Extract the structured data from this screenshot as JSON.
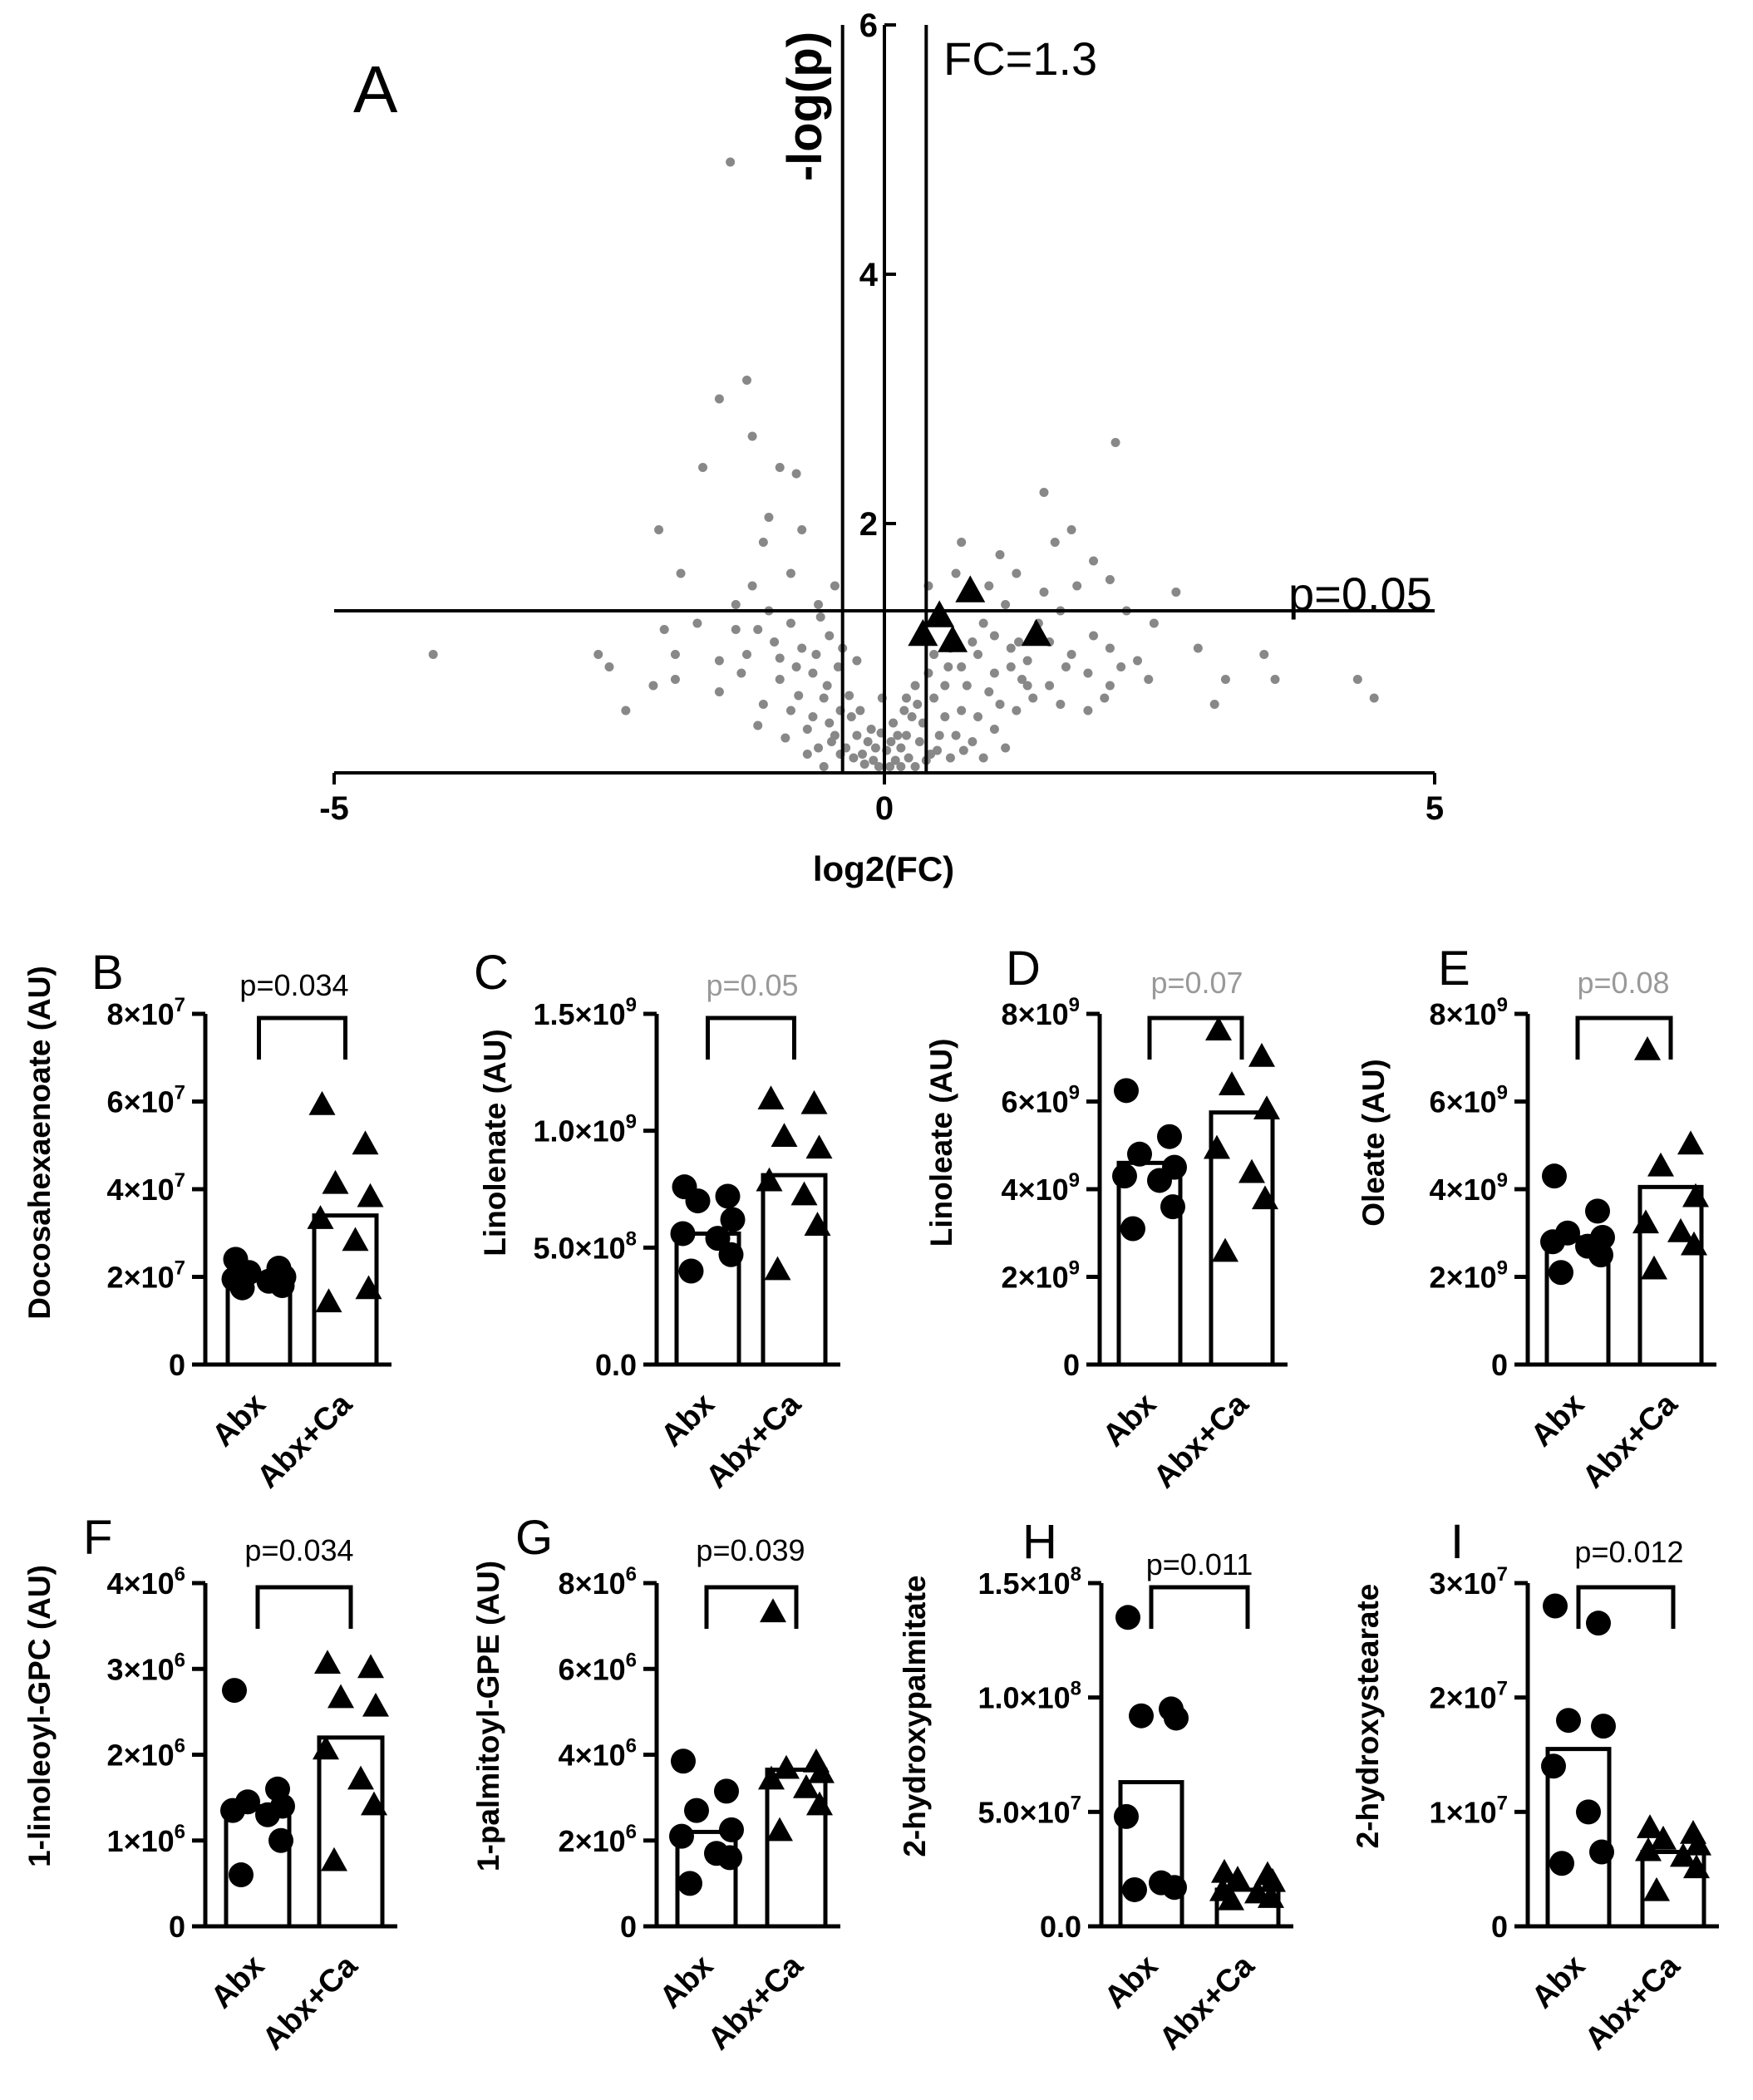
{
  "chart_data": [
    {
      "panel": "A",
      "type": "scatter",
      "xlabel": "log2(FC)",
      "ylabel": "-log(p)",
      "xlim": [
        -5,
        5
      ],
      "ylim": [
        0,
        6
      ],
      "xticks": [
        "-5",
        "0",
        "5"
      ],
      "yticks": [
        "2",
        "4",
        "6"
      ],
      "fc_label": "FC=1.3",
      "fc_threshold_log2": 0.38,
      "p_label": "p=0.05",
      "p_threshold_neglog": 1.3,
      "colors": {
        "background_points": "#888888",
        "highlight_points": "#000000"
      },
      "highlighted": [
        [
          0.35,
          1.1
        ],
        [
          0.5,
          1.25
        ],
        [
          0.62,
          1.05
        ],
        [
          0.78,
          1.45
        ],
        [
          1.38,
          1.1
        ]
      ],
      "points": [
        [
          -1.4,
          4.9
        ],
        [
          -1.25,
          3.15
        ],
        [
          -1.5,
          3.0
        ],
        [
          -1.2,
          2.7
        ],
        [
          -1.65,
          2.45
        ],
        [
          -0.95,
          2.45
        ],
        [
          -0.8,
          2.4
        ],
        [
          -1.05,
          2.05
        ],
        [
          -0.75,
          1.95
        ],
        [
          -2.05,
          1.95
        ],
        [
          -1.1,
          1.85
        ],
        [
          -1.85,
          1.6
        ],
        [
          -1.2,
          1.5
        ],
        [
          -0.85,
          1.6
        ],
        [
          -0.45,
          1.5
        ],
        [
          -1.35,
          1.35
        ],
        [
          -1.05,
          1.3
        ],
        [
          -0.6,
          1.35
        ],
        [
          -1.7,
          1.2
        ],
        [
          -2.0,
          1.15
        ],
        [
          -0.85,
          1.2
        ],
        [
          -1.9,
          0.95
        ],
        [
          -0.75,
          1.0
        ],
        [
          -0.5,
          1.1
        ],
        [
          -4.1,
          0.95
        ],
        [
          -2.6,
          0.95
        ],
        [
          -2.5,
          0.85
        ],
        [
          -2.1,
          0.7
        ],
        [
          -1.9,
          0.75
        ],
        [
          -1.5,
          0.65
        ],
        [
          -1.3,
          0.8
        ],
        [
          -0.95,
          0.75
        ],
        [
          -0.65,
          0.8
        ],
        [
          -2.35,
          0.5
        ],
        [
          -1.1,
          0.55
        ],
        [
          -0.85,
          0.5
        ],
        [
          -0.55,
          0.6
        ],
        [
          -0.4,
          0.5
        ],
        [
          -0.7,
          0.35
        ],
        [
          -0.5,
          0.4
        ],
        [
          -0.3,
          0.45
        ],
        [
          -0.25,
          0.3
        ],
        [
          -0.35,
          0.2
        ],
        [
          -0.2,
          0.15
        ],
        [
          -0.1,
          0.1
        ],
        [
          -0.05,
          0.05
        ],
        [
          -0.15,
          0.25
        ],
        [
          -0.45,
          0.3
        ],
        [
          -0.6,
          0.2
        ],
        [
          -0.28,
          0.12
        ],
        [
          -0.12,
          0.35
        ],
        [
          -0.18,
          0.07
        ],
        [
          -0.08,
          0.2
        ],
        [
          -0.32,
          0.62
        ],
        [
          -0.22,
          0.5
        ],
        [
          -0.52,
          0.7
        ],
        [
          -0.42,
          0.85
        ],
        [
          -0.25,
          0.9
        ],
        [
          -0.62,
          0.95
        ],
        [
          -0.38,
          1.0
        ],
        [
          -1.0,
          1.05
        ],
        [
          -0.78,
          0.62
        ],
        [
          -1.25,
          0.95
        ],
        [
          -1.5,
          0.9
        ],
        [
          -0.95,
          0.92
        ],
        [
          -0.7,
          0.15
        ],
        [
          -0.9,
          0.28
        ],
        [
          -1.15,
          0.38
        ],
        [
          -0.55,
          0.05
        ],
        [
          -0.02,
          0.6
        ],
        [
          0.05,
          0.05
        ],
        [
          0.1,
          0.1
        ],
        [
          0.15,
          0.2
        ],
        [
          0.2,
          0.3
        ],
        [
          0.25,
          0.45
        ],
        [
          0.3,
          0.55
        ],
        [
          0.35,
          0.4
        ],
        [
          0.45,
          0.6
        ],
        [
          0.55,
          0.7
        ],
        [
          0.7,
          0.85
        ],
        [
          0.85,
          0.95
        ],
        [
          1.0,
          0.8
        ],
        [
          1.15,
          1.0
        ],
        [
          1.3,
          0.9
        ],
        [
          1.5,
          1.05
        ],
        [
          1.7,
          0.95
        ],
        [
          1.85,
          0.8
        ],
        [
          0.4,
          0.8
        ],
        [
          0.6,
          1.0
        ],
        [
          0.9,
          1.2
        ],
        [
          1.1,
          1.35
        ],
        [
          1.2,
          1.6
        ],
        [
          1.45,
          1.45
        ],
        [
          1.6,
          1.3
        ],
        [
          1.75,
          1.5
        ],
        [
          1.9,
          1.7
        ],
        [
          2.05,
          1.55
        ],
        [
          2.2,
          1.3
        ],
        [
          2.45,
          1.2
        ],
        [
          2.65,
          1.45
        ],
        [
          2.1,
          2.65
        ],
        [
          1.45,
          2.25
        ],
        [
          1.7,
          1.95
        ],
        [
          1.55,
          1.85
        ],
        [
          1.05,
          1.75
        ],
        [
          0.7,
          1.85
        ],
        [
          0.65,
          1.6
        ],
        [
          0.95,
          1.5
        ],
        [
          0.4,
          1.5
        ],
        [
          2.15,
          0.85
        ],
        [
          2.3,
          0.9
        ],
        [
          2.4,
          0.75
        ],
        [
          2.0,
          0.6
        ],
        [
          1.85,
          0.5
        ],
        [
          1.6,
          0.55
        ],
        [
          1.35,
          0.6
        ],
        [
          1.2,
          0.5
        ],
        [
          1.05,
          0.55
        ],
        [
          0.85,
          0.45
        ],
        [
          0.7,
          0.5
        ],
        [
          0.5,
          0.3
        ],
        [
          0.32,
          0.25
        ],
        [
          0.42,
          0.15
        ],
        [
          0.22,
          0.12
        ],
        [
          0.12,
          0.3
        ],
        [
          0.65,
          0.3
        ],
        [
          0.8,
          0.25
        ],
        [
          1.0,
          0.35
        ],
        [
          0.55,
          0.45
        ],
        [
          0.28,
          0.7
        ],
        [
          0.45,
          0.95
        ],
        [
          0.75,
          0.7
        ],
        [
          1.25,
          0.75
        ],
        [
          1.5,
          0.7
        ],
        [
          1.4,
          1.2
        ],
        [
          2.05,
          1.0
        ],
        [
          3.45,
          0.95
        ],
        [
          3.55,
          0.75
        ],
        [
          3.1,
          0.75
        ],
        [
          4.3,
          0.75
        ],
        [
          4.45,
          0.6
        ],
        [
          2.05,
          0.7
        ],
        [
          3.0,
          0.55
        ],
        [
          2.85,
          1.0
        ],
        [
          0.2,
          0.6
        ],
        [
          0.35,
          1.15
        ],
        [
          0.08,
          0.4
        ],
        [
          0.18,
          0.5
        ],
        [
          0.15,
          0.05
        ],
        [
          0.28,
          0.05
        ],
        [
          0.38,
          0.1
        ],
        [
          0.48,
          0.18
        ],
        [
          0.6,
          0.12
        ],
        [
          0.72,
          0.18
        ],
        [
          0.9,
          0.12
        ],
        [
          1.1,
          0.2
        ],
        [
          0.95,
          0.65
        ],
        [
          1.15,
          0.85
        ],
        [
          1.3,
          0.7
        ],
        [
          1.65,
          0.85
        ],
        [
          1.9,
          1.1
        ],
        [
          1.0,
          1.1
        ],
        [
          0.8,
          1.05
        ],
        [
          0.58,
          0.85
        ],
        [
          1.22,
          1.05
        ],
        [
          0.02,
          0.18
        ],
        [
          -0.03,
          0.32
        ],
        [
          0.06,
          0.25
        ],
        [
          -0.4,
          0.15
        ],
        [
          -0.65,
          0.45
        ],
        [
          -0.8,
          0.85
        ],
        [
          -0.48,
          0.25
        ],
        [
          -1.35,
          1.15
        ],
        [
          -1.15,
          1.15
        ],
        [
          -0.58,
          1.25
        ]
      ]
    },
    {
      "panel": "B",
      "type": "bar",
      "ylabel": "Docosahexaenoate (AU)",
      "categories": [
        "Abx",
        "Abx+Ca"
      ],
      "pvalue": "p=0.034",
      "significant": true,
      "ylim": [
        0,
        80000000
      ],
      "yticks": [
        {
          "value": 0,
          "label": "0"
        },
        {
          "value": 20000000,
          "label": "2×10⁷"
        },
        {
          "value": 40000000,
          "label": "4×10⁷"
        },
        {
          "value": 60000000,
          "label": "6×10⁷"
        },
        {
          "value": 80000000,
          "label": "8×10⁷"
        }
      ],
      "bars": [
        20000000,
        34000000
      ],
      "points": [
        [
          24000000,
          22000000,
          21000000,
          20000000,
          19500000,
          19000000,
          18000000,
          17500000
        ],
        [
          59000000,
          50000000,
          41000000,
          38000000,
          33000000,
          28000000,
          17000000,
          14000000
        ]
      ]
    },
    {
      "panel": "C",
      "type": "bar",
      "ylabel": "Linolenate (AU)",
      "categories": [
        "Abx",
        "Abx+Ca"
      ],
      "pvalue": "p=0.05",
      "significant": false,
      "ylim": [
        0,
        1500000000
      ],
      "yticks": [
        {
          "value": 0,
          "label": "0.0"
        },
        {
          "value": 500000000,
          "label": "5.0×10⁸"
        },
        {
          "value": 1000000000,
          "label": "1.0×10⁹"
        },
        {
          "value": 1500000000,
          "label": "1.5×10⁹"
        }
      ],
      "bars": [
        560000000,
        810000000
      ],
      "points": [
        [
          760000000,
          720000000,
          700000000,
          620000000,
          560000000,
          540000000,
          470000000,
          400000000
        ],
        [
          1130000000,
          1110000000,
          970000000,
          920000000,
          780000000,
          720000000,
          590000000,
          400000000
        ]
      ]
    },
    {
      "panel": "D",
      "type": "bar",
      "ylabel": "Linoleate (AU)",
      "categories": [
        "Abx",
        "Abx+Ca"
      ],
      "pvalue": "p=0.07",
      "significant": false,
      "ylim": [
        0,
        8000000000
      ],
      "yticks": [
        {
          "value": 0,
          "label": "0"
        },
        {
          "value": 2000000000,
          "label": "2×10⁹"
        },
        {
          "value": 4000000000,
          "label": "4×10⁹"
        },
        {
          "value": 6000000000,
          "label": "6×10⁹"
        },
        {
          "value": 8000000000,
          "label": "8×10⁹"
        }
      ],
      "bars": [
        4600000000,
        5750000000
      ],
      "points": [
        [
          6250000000,
          5200000000,
          4800000000,
          4500000000,
          4300000000,
          4200000000,
          3600000000,
          3100000000
        ],
        [
          7600000000,
          7000000000,
          6350000000,
          5800000000,
          4900000000,
          4350000000,
          3750000000,
          2550000000
        ]
      ]
    },
    {
      "panel": "E",
      "type": "bar",
      "ylabel": "Oleate (AU)",
      "categories": [
        "Abx",
        "Abx+Ca"
      ],
      "pvalue": "p=0.08",
      "significant": false,
      "ylim": [
        0,
        8000000000
      ],
      "yticks": [
        {
          "value": 0,
          "label": "0"
        },
        {
          "value": 2000000000,
          "label": "2×10⁹"
        },
        {
          "value": 4000000000,
          "label": "4×10⁹"
        },
        {
          "value": 6000000000,
          "label": "6×10⁹"
        },
        {
          "value": 8000000000,
          "label": "8×10⁹"
        }
      ],
      "bars": [
        2900000000,
        4050000000
      ],
      "points": [
        [
          4300000000,
          3500000000,
          3000000000,
          2900000000,
          2800000000,
          2700000000,
          2500000000,
          2100000000
        ],
        [
          7150000000,
          5000000000,
          4500000000,
          3800000000,
          3200000000,
          3000000000,
          2700000000,
          2150000000
        ]
      ]
    },
    {
      "panel": "F",
      "type": "bar",
      "ylabel": "1-linoleoyl-GPC (AU)",
      "categories": [
        "Abx",
        "Abx+Ca"
      ],
      "pvalue": "p=0.034",
      "significant": true,
      "ylim": [
        0,
        4000000
      ],
      "yticks": [
        {
          "value": 0,
          "label": "0"
        },
        {
          "value": 1000000,
          "label": "1×10⁶"
        },
        {
          "value": 2000000,
          "label": "2×10⁶"
        },
        {
          "value": 3000000,
          "label": "3×10⁶"
        },
        {
          "value": 4000000,
          "label": "4×10⁶"
        }
      ],
      "bars": [
        1400000,
        2200000
      ],
      "points": [
        [
          2750000,
          1600000,
          1450000,
          1400000,
          1350000,
          1300000,
          1000000,
          600000
        ],
        [
          3050000,
          3000000,
          2650000,
          2550000,
          2050000,
          1700000,
          1400000,
          750000
        ]
      ]
    },
    {
      "panel": "G",
      "type": "bar",
      "ylabel": "1-palmitoyl-GPE (AU)",
      "categories": [
        "Abx",
        "Abx+Ca"
      ],
      "pvalue": "p=0.039",
      "significant": true,
      "ylim": [
        0,
        8000000
      ],
      "yticks": [
        {
          "value": 0,
          "label": "0"
        },
        {
          "value": 2000000,
          "label": "2×10⁶"
        },
        {
          "value": 4000000,
          "label": "4×10⁶"
        },
        {
          "value": 6000000,
          "label": "6×10⁶"
        },
        {
          "value": 8000000,
          "label": "8×10⁶"
        }
      ],
      "bars": [
        2200000,
        3650000
      ],
      "points": [
        [
          3850000,
          3150000,
          2700000,
          2250000,
          2100000,
          1700000,
          1600000,
          1000000
        ],
        [
          7300000,
          3800000,
          3650000,
          3550000,
          3400000,
          3200000,
          2800000,
          2200000
        ]
      ]
    },
    {
      "panel": "H",
      "type": "bar",
      "ylabel": "2-hydroxypalmitate",
      "categories": [
        "Abx",
        "Abx+Ca"
      ],
      "pvalue": "p=0.011",
      "significant": true,
      "ylim": [
        0,
        150000000
      ],
      "yticks": [
        {
          "value": 0,
          "label": "0.0"
        },
        {
          "value": 50000000,
          "label": "5.0×10⁷"
        },
        {
          "value": 100000000,
          "label": "1.0×10⁸"
        },
        {
          "value": 150000000,
          "label": "1.5×10⁸"
        }
      ],
      "bars": [
        63000000,
        16000000
      ],
      "points": [
        [
          135000000,
          95000000,
          92000000,
          91000000,
          48000000,
          19000000,
          17000000,
          16000000
        ],
        [
          23000000,
          22000000,
          20000000,
          19000000,
          15000000,
          14000000,
          12000000,
          11000000
        ]
      ]
    },
    {
      "panel": "I",
      "type": "bar",
      "ylabel": "2-hydroxystearate",
      "categories": [
        "Abx",
        "Abx+Ca"
      ],
      "pvalue": "p=0.012",
      "significant": true,
      "ylim": [
        0,
        30000000
      ],
      "yticks": [
        {
          "value": 0,
          "label": "0"
        },
        {
          "value": 10000000,
          "label": "1×10⁷"
        },
        {
          "value": 20000000,
          "label": "2×10⁷"
        },
        {
          "value": 30000000,
          "label": "3×10⁷"
        }
      ],
      "bars": [
        15500000,
        6500000
      ],
      "points": [
        [
          28000000,
          26500000,
          18000000,
          17500000,
          14000000,
          10000000,
          6500000,
          5500000
        ],
        [
          8500000,
          8000000,
          7500000,
          7000000,
          6500000,
          6000000,
          5000000,
          3000000
        ]
      ]
    }
  ]
}
